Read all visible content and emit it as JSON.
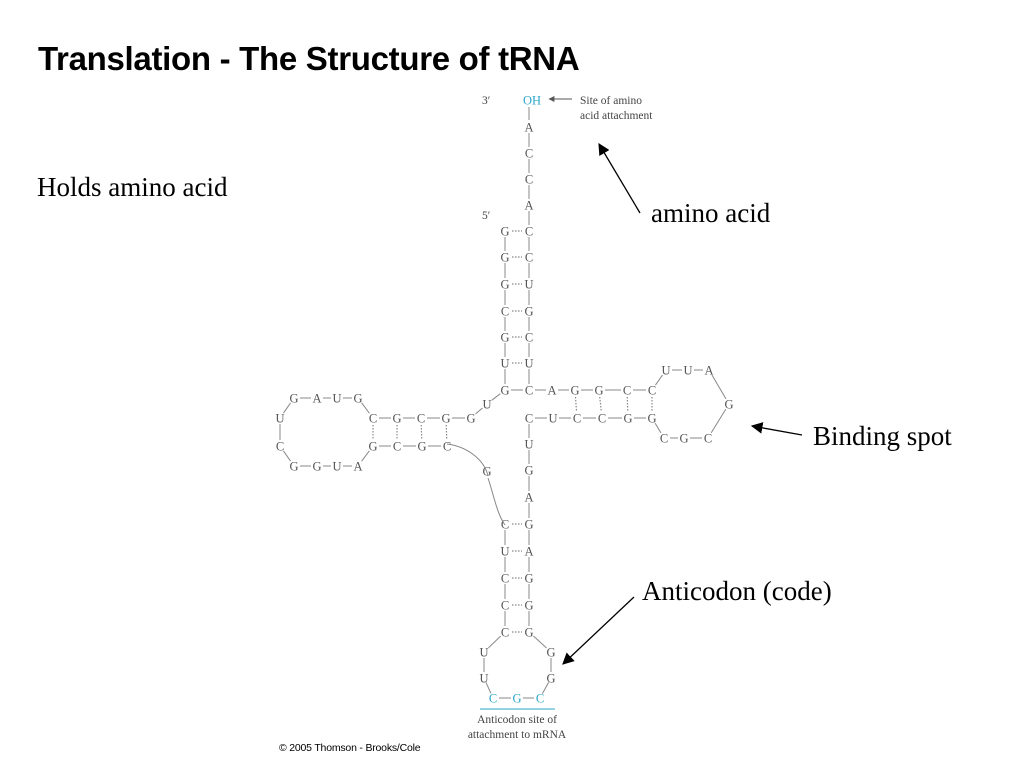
{
  "title": "Translation - The Structure of tRNA",
  "left_note": "Holds amino acid",
  "callouts": {
    "amino_acid": "amino acid",
    "binding_spot": "Binding spot",
    "anticodon": "Anticodon (code)"
  },
  "diagram": {
    "three_prime": "3′",
    "five_prime": "5′",
    "oh": "OH",
    "site_line1": "Site of amino",
    "site_line2": "acid attachment",
    "anticodon_line1": "Anticodon site of",
    "anticodon_line2": "attachment to mRNA",
    "acceptor_3prime_tail": [
      "A",
      "C",
      "C",
      "A"
    ],
    "acceptor_stem_5prime": [
      "G",
      "G",
      "G",
      "C",
      "G",
      "U"
    ],
    "acceptor_stem_3prime": [
      "C",
      "C",
      "U",
      "G",
      "C",
      "U"
    ],
    "junction_left": "U",
    "junction_center": "G",
    "t_arm_top": [
      "C",
      "A",
      "G",
      "G",
      "C",
      "C"
    ],
    "t_arm_bottom": [
      "C",
      "U",
      "C",
      "C",
      "G",
      "G"
    ],
    "t_loop": [
      "U",
      "U",
      "A",
      "G",
      "C",
      "G",
      "C"
    ],
    "d_arm_top": [
      "C",
      "G",
      "C",
      "G",
      "G"
    ],
    "d_arm_bottom": [
      "G",
      "C",
      "G",
      "C"
    ],
    "d_loop": [
      "G",
      "A",
      "U",
      "G",
      "U",
      "C",
      "G",
      "G",
      "U",
      "A"
    ],
    "variable": [
      "G"
    ],
    "anticodon_stem_left": [
      "C",
      "U",
      "C",
      "C",
      "C"
    ],
    "anticodon_stem_right": [
      "U",
      "G",
      "A",
      "G",
      "A",
      "G",
      "G",
      "G"
    ],
    "anticodon_loop": [
      "U",
      "U",
      "G",
      "G"
    ],
    "anticodon": [
      "C",
      "G",
      "C"
    ]
  },
  "copyright": "© 2005 Thomson - Brooks/Cole",
  "colors": {
    "text": "#000000",
    "nucleotide": "#555555",
    "highlight": "#2aa6c8",
    "background": "#ffffff"
  }
}
